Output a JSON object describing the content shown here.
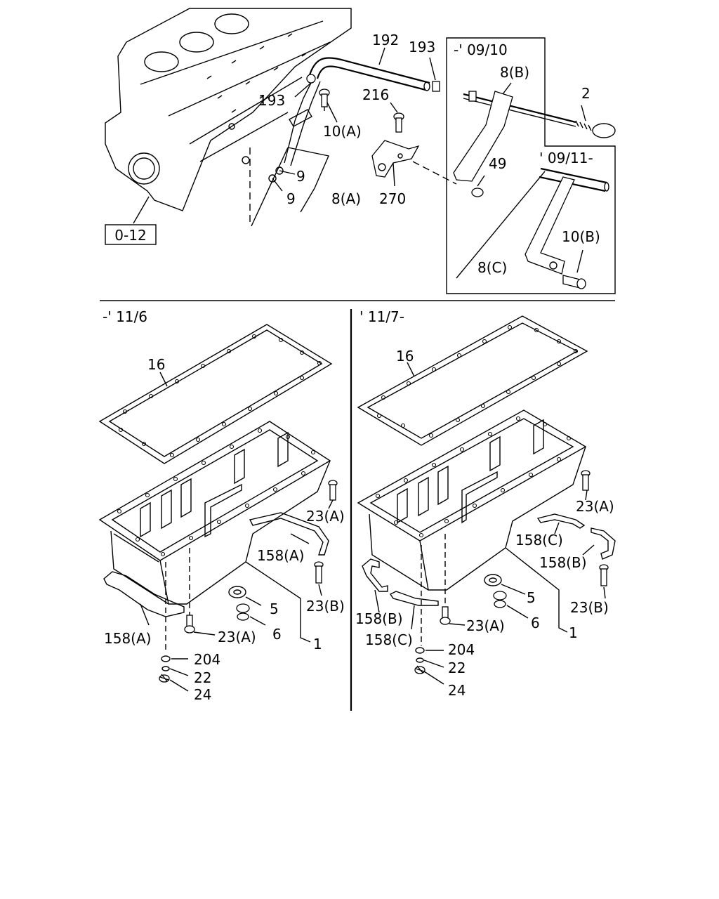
{
  "ref_box": "0-12",
  "top": {
    "box1_title": "-' 09/10",
    "box2_title": "' 09/11-",
    "labels": {
      "l192": "192",
      "l193a": "193",
      "l193b": "193",
      "l10a": "10(A)",
      "l216": "216",
      "l8b": "8(B)",
      "l2": "2",
      "l49": "49",
      "l9a": "9",
      "l9b": "9",
      "l8a": "8(A)",
      "l270": "270",
      "l10b": "10(B)",
      "l8c": "8(C)"
    }
  },
  "left": {
    "title": "-' 11/6",
    "labels": {
      "l16": "16",
      "l23a1": "23(A)",
      "l158a1": "158(A)",
      "l23b": "23(B)",
      "l5": "5",
      "l6": "6",
      "l1": "1",
      "l158a2": "158(A)",
      "l23a2": "23(A)",
      "l204": "204",
      "l22": "22",
      "l24": "24"
    }
  },
  "right": {
    "title": "' 11/7-",
    "labels": {
      "l16": "16",
      "l23a1": "23(A)",
      "l158c1": "158(C)",
      "l158b1": "158(B)",
      "l23b": "23(B)",
      "l5": "5",
      "l6": "6",
      "l1": "1",
      "l158b2": "158(B)",
      "l158c2": "158(C)",
      "l23a2": "23(A)",
      "l204": "204",
      "l22": "22",
      "l24": "24"
    }
  }
}
